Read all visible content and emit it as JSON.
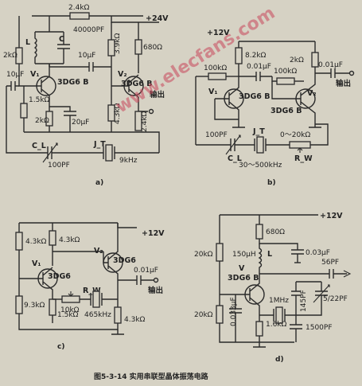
{
  "circuit_a": {
    "tag": "a)",
    "labels": {
      "r_top": "2.4kΩ",
      "supply": "+24V",
      "inductor": "L",
      "cap_tank": "C",
      "cap_40000": "40000PF",
      "r_2k_left": "2kΩ",
      "c_10u_a": "10μF",
      "c_10u_b": "10μF",
      "r_3_9k": "3.9kΩ",
      "r_680": "680Ω",
      "v1": "V₁",
      "v1_type": "3DG6 B",
      "v2": "V₂",
      "v2_type": "3DG6 B",
      "out": "输出",
      "r_1_5k": "1.5kΩ",
      "r_2k_mid": "2kΩ",
      "c_20u": "20μF",
      "r_4_3k": "4.3kΩ",
      "r_2_4k_b": "2.4kΩ",
      "cl": "C_L",
      "cl_val": "100PF",
      "jt": "J_T",
      "jt_freq": "9kHz"
    }
  },
  "circuit_b": {
    "tag": "b)",
    "labels": {
      "supply": "+12V",
      "r_8_2k": "8.2kΩ",
      "c_001": "0.01μF",
      "r_2k": "2kΩ",
      "c_out": "0.01μF",
      "out": "输出",
      "r_100k_a": "100kΩ",
      "r_100k_b": "100kΩ",
      "v1": "V₁",
      "v1_type": "3DG6 B",
      "v2": "V₂",
      "v2_type": "3DG6 B",
      "c_100p": "100PF",
      "jt": "J_T",
      "r_pot": "0～20kΩ",
      "cl": "C_L",
      "freq": "30～500kHz",
      "rw": "R_W"
    }
  },
  "circuit_c": {
    "tag": "c)",
    "labels": {
      "supply": "+12V",
      "r_4_3k_a": "4.3kΩ",
      "r_4_3k_b": "4.3kΩ",
      "v2": "V₂",
      "v2_type": "3DG6",
      "v1": "V₁",
      "v1_type": "3DG6",
      "c_out": "0.01μF",
      "out": "输出",
      "rw": "R_W",
      "r_9_3k": "9.3kΩ",
      "r_10k": "10kΩ",
      "r_1_5k": "1.5kΩ",
      "freq": "465kHz",
      "r_4_3k_c": "4.3kΩ"
    }
  },
  "circuit_d": {
    "tag": "d)",
    "labels": {
      "supply": "+12V",
      "r_680": "680Ω",
      "r_20k_a": "20kΩ",
      "ind": "150μH",
      "l": "L",
      "c_003": "0.03μF",
      "v": "V",
      "v_type": "3DG6 B",
      "c_56p": "56PF",
      "r_20k_b": "20kΩ",
      "c_0033": "0.033μF",
      "xtal": "1MHz",
      "c_145p": "145PF",
      "c_var": "5/22PF",
      "r_1_6k": "1.6kΩ",
      "c_1500p": "1500PF"
    }
  },
  "caption": "图5-3-14  实用串联型晶体振荡电路",
  "watermark": "www.elecfans.com"
}
